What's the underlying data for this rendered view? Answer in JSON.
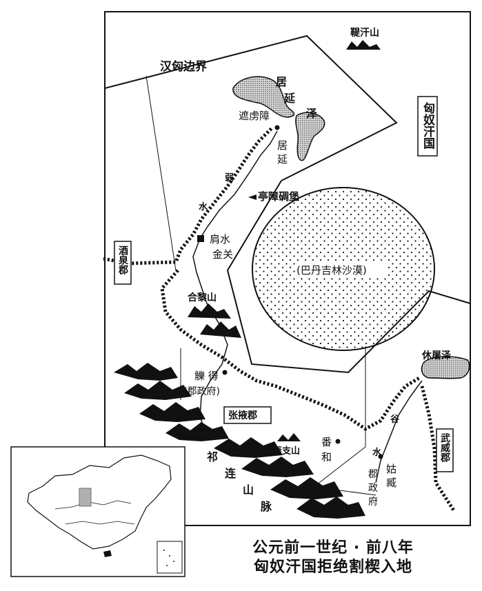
{
  "regions": {
    "han_xiongnu_border": "汉匈边界",
    "xiongnu_state": "匈奴汗国",
    "jiuquan": "酒泉郡",
    "zhangye": "张掖郡",
    "wuwei": "武威郡",
    "desert": "(巴丹吉林沙漠)"
  },
  "mountains": {
    "tianshan": "鞮汗山",
    "helishan": "合黎山",
    "yanzhishan": "焉支山",
    "qilian": [
      "祁",
      "连",
      "山",
      "脉"
    ]
  },
  "lakes": {
    "juyan": [
      "居",
      "延",
      "泽"
    ],
    "xiutu": "休屠泽"
  },
  "rivers": {
    "ruoshui": [
      "弱",
      "水"
    ],
    "gushui": [
      "谷",
      "水"
    ]
  },
  "places": {
    "zhelu": "遮虏障",
    "juyan_city": [
      "居",
      "延"
    ],
    "tingzhang": "亭障碉堡",
    "jianshui": [
      "肩水",
      "金关"
    ],
    "lude": [
      "觻 得",
      "(郡政府)"
    ],
    "fanhe": [
      "番",
      "和"
    ],
    "guzang": [
      "姑",
      "臧"
    ],
    "guzang_note": [
      "郡",
      "政",
      "府"
    ]
  },
  "caption": {
    "line1": "公元前一世纪 · 前八年",
    "line2": "匈奴汗国拒绝割楔入地"
  },
  "colors": {
    "ink": "#111111",
    "lake_fill": "#bdbdbd",
    "highlight": "#b0b0b0"
  }
}
